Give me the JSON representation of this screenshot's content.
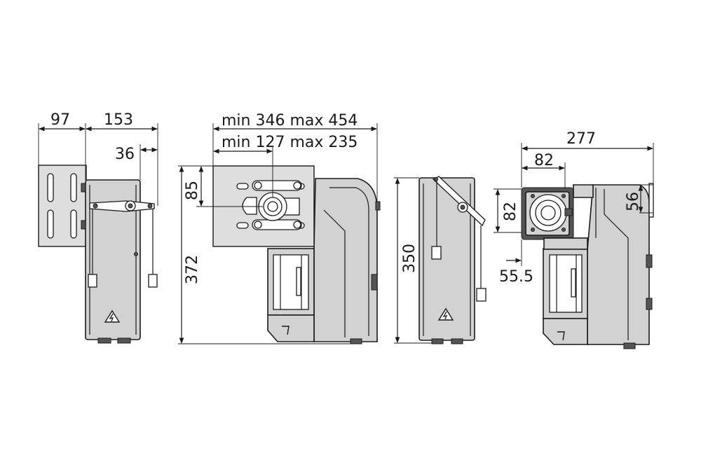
{
  "dimensions": {
    "side_left_width": "97",
    "side_right_width": "153",
    "side_arm_offset": "36",
    "front_total_range": "min 346 max 454",
    "front_shaft_range": "min 127 max 235",
    "front_shaft_height": "85",
    "front_total_height": "372",
    "back_height": "350",
    "right_total_width": "277",
    "right_shaft_width": "82",
    "right_shaft_height": "82",
    "right_flange_height": "56",
    "right_bottom_offset": "55.5"
  },
  "icons": {
    "warning": "electrical-warning-icon",
    "arrow": "arrow-mark-icon"
  },
  "colors": {
    "body": "#d2d2d2",
    "outline": "#1a1a1a",
    "background": "#ffffff"
  }
}
